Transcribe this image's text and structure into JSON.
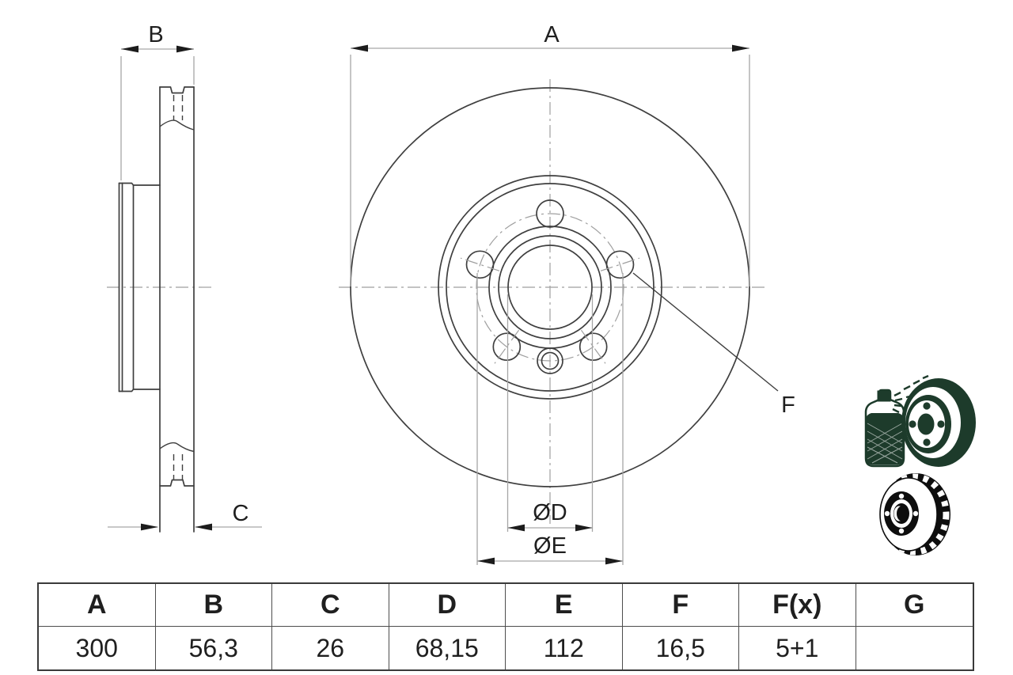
{
  "document": {
    "type": "brake-disc-technical-drawing",
    "views": [
      "side-cross-section",
      "front-view"
    ]
  },
  "dimension_labels": {
    "A": "A",
    "B": "B",
    "C": "C",
    "F": "F",
    "OD": "ØD",
    "OE": "ØE"
  },
  "table": {
    "headers": [
      "A",
      "B",
      "C",
      "D",
      "E",
      "F",
      "F(x)",
      "G"
    ],
    "values": [
      "300",
      "56,3",
      "26",
      "68,15",
      "112",
      "16,5",
      "5+1",
      ""
    ]
  },
  "drawing": {
    "bolt_holes": 5,
    "locating_holes": 1,
    "bolt_hole_angles_deg": [
      90,
      162,
      234,
      306,
      18
    ],
    "locating_hole_angle_deg": 270
  },
  "icons": [
    {
      "name": "spray-can-icon",
      "meaning": "coated disc"
    },
    {
      "name": "brake-disc-perspective-icon",
      "meaning": "disc with mounting holes"
    },
    {
      "name": "vented-brake-disc-icon",
      "meaning": "internally vented disc"
    }
  ],
  "colors": {
    "drawing_line": "#3f3f3f",
    "dimension_line": "#a6a6a6",
    "arrowhead": "#1c1c1c",
    "centerline": "#9f9f9f",
    "text": "#1f1f1f",
    "table_border": "#4d4d4d",
    "icon_green": "#1d3b2b",
    "icon_black": "#0e0e0e"
  }
}
